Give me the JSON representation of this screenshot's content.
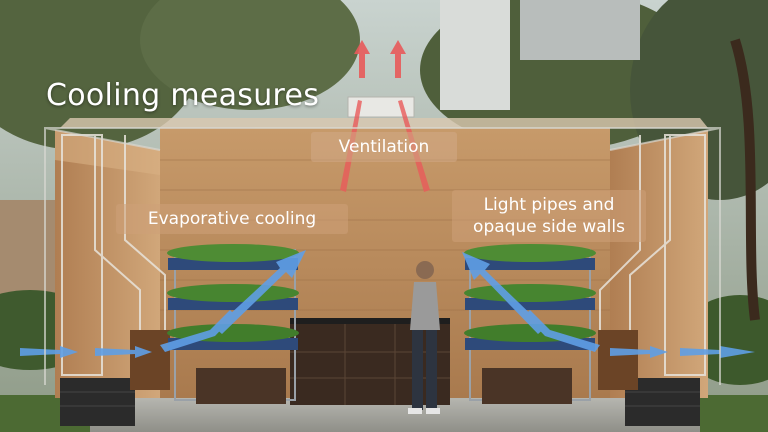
{
  "slide": {
    "title": "Cooling measures"
  },
  "labels": {
    "ventilation": "Ventilation",
    "evaporative_cooling": "Evaporative cooling",
    "light_pipes_line1": "Light pipes and",
    "light_pipes_line2": "opaque side walls"
  },
  "colors": {
    "hot_air_arrow": "#e85a5a",
    "cool_air_arrow": "#5f9fe6",
    "wall_wood": "#b98a5c",
    "planter": "#2e4a7a",
    "foliage": "#3f7d2c"
  }
}
